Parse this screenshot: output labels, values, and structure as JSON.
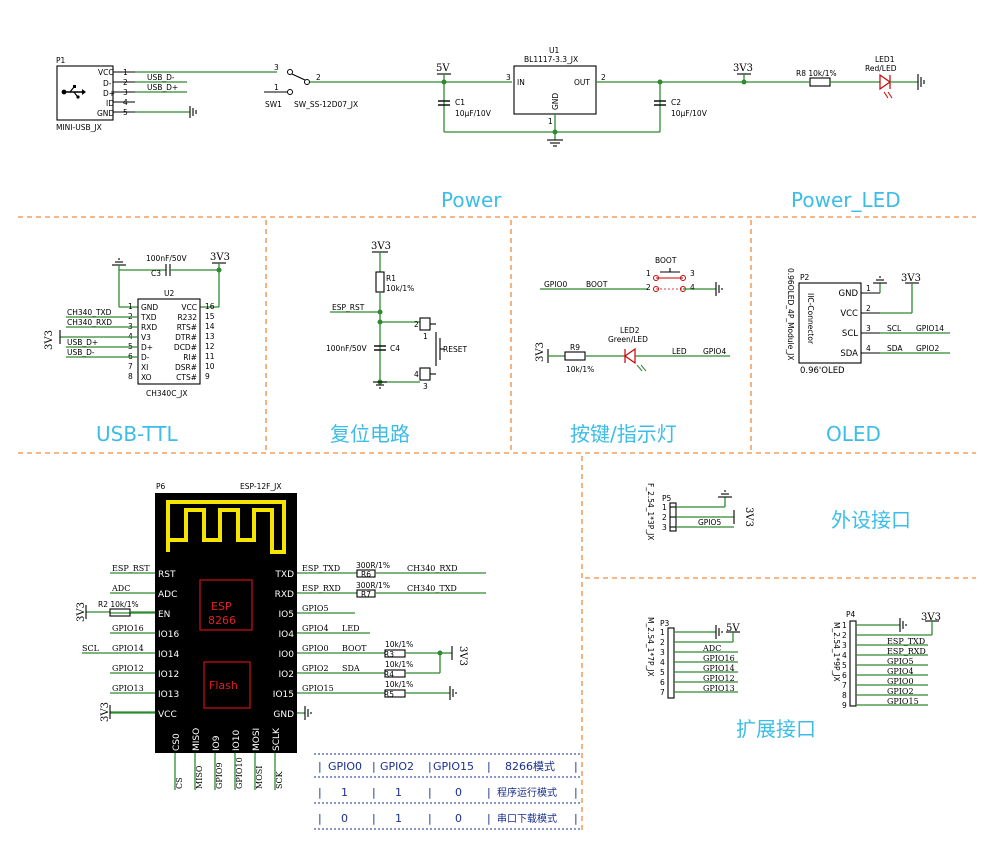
{
  "sections": {
    "power": "Power",
    "power_led": "Power_LED",
    "usb_ttl": "USB-TTL",
    "reset": "复位电路",
    "button_led": "按键/指示灯",
    "oled": "OLED",
    "peripheral": "外设接口",
    "expansion": "扩展接口"
  },
  "power": {
    "p1_ref": "P1",
    "p1_name": "MINI-USB_JX",
    "p1_pins": [
      "VCC",
      "D-",
      "D+",
      "ID",
      "GND"
    ],
    "p1_nums": [
      "1",
      "2",
      "3",
      "4",
      "5"
    ],
    "usb_dm": "USB_D-",
    "usb_dp": "USB_D+",
    "sw1_ref": "SW1",
    "sw1_name": "SW_SS-12D07_JX",
    "sw_pins": [
      "3",
      "1",
      "2"
    ],
    "u1_ref": "U1",
    "u1_name": "BL1117-3.3_JX",
    "u1_in": "IN",
    "u1_out": "OUT",
    "u1_gnd": "GND",
    "u1_pins": [
      "3",
      "2",
      "1"
    ],
    "v5": "5V",
    "v33": "3V3",
    "c1_ref": "C1",
    "c1_val": "10μF/10V",
    "c2_ref": "C2",
    "c2_val": "10μF/10V",
    "r8": "R8 10k/1%",
    "led1_ref": "LED1",
    "led1_val": "Red/LED"
  },
  "usbttl": {
    "v33": "3V3",
    "c3_val": "100nF/50V",
    "c3_ref": "C3",
    "u2_ref": "U2",
    "u2_name": "CH340C_JX",
    "left_pins": [
      "GND",
      "TXD",
      "RXD",
      "V3",
      "D+",
      "D-",
      "XI",
      "XO"
    ],
    "left_nums": [
      "1",
      "2",
      "3",
      "4",
      "5",
      "6",
      "7",
      "8"
    ],
    "right_pins": [
      "VCC",
      "R232",
      "RTS#",
      "DTR#",
      "DCD#",
      "RI#",
      "DSR#",
      "CTS#"
    ],
    "right_nums": [
      "16",
      "15",
      "14",
      "13",
      "12",
      "11",
      "10",
      "9"
    ],
    "nets": [
      "CH340_TXD",
      "CH340_RXD",
      "USB_D+",
      "USB_D-"
    ],
    "v33_left": "3V3"
  },
  "reset": {
    "v33": "3V3",
    "r1_ref": "R1",
    "r1_val": "10k/1%",
    "net": "ESP_RST",
    "c4_val": "100nF/50V",
    "c4_ref": "C4",
    "sw_label": "RESET",
    "sw_pins": [
      "2",
      "1",
      "4",
      "3"
    ]
  },
  "buttonled": {
    "boot_label": "BOOT",
    "gpio0": "GPIO0",
    "boot_net": "BOOT",
    "sw_pins": [
      "1",
      "2",
      "3",
      "4"
    ],
    "v33": "3V3",
    "r9_ref": "R9",
    "r9_val": "10k/1%",
    "led2_ref": "LED2",
    "led2_val": "Green/LED",
    "led_net": "LED",
    "gpio4": "GPIO4"
  },
  "oled": {
    "p2_ref": "P2",
    "p2_side": "0.96OLED_4P_Module_JX",
    "p2_conn": "IIC-Connector",
    "p2_name": "0.96'OLED",
    "pins": [
      "GND",
      "VCC",
      "SCL",
      "SDA"
    ],
    "nums": [
      "1",
      "2",
      "3",
      "4"
    ],
    "v33": "3V3",
    "scl": "SCL",
    "sda": "SDA",
    "gpio14": "GPIO14",
    "gpio2": "GPIO2"
  },
  "esp": {
    "p6_ref": "P6",
    "name": "ESP-12F_JX",
    "chip_text1": "ESP",
    "chip_text2": "8266",
    "flash_text": "Flash",
    "left_pins": [
      "RST",
      "ADC",
      "EN",
      "IO16",
      "IO14",
      "IO12",
      "IO13",
      "VCC"
    ],
    "right_pins": [
      "TXD",
      "RXD",
      "IO5",
      "IO4",
      "IO0",
      "IO2",
      "IO15",
      "GND"
    ],
    "bottom_pins": [
      "CS0",
      "MISO",
      "IO9",
      "IO10",
      "MOSI",
      "SCLK"
    ],
    "left_nets": [
      "ESP_RST",
      "ADC",
      "",
      "GPIO16",
      "GPIO14",
      "GPIO12",
      "GPIO13"
    ],
    "scl": "SCL",
    "r2": "R2 10k/1%",
    "v33": "3V3",
    "right_nets": [
      "ESP_TXD",
      "ESP_RXD",
      "GPIO5",
      "GPIO4",
      "GPIO0",
      "GPIO2",
      "GPIO15"
    ],
    "r6_val": "300R/1%",
    "r6_ref": "R6",
    "r7_val": "300R/1%",
    "r7_ref": "R7",
    "ch340_rxd": "CH340_RXD",
    "ch340_txd": "CH340_TXD",
    "led": "LED",
    "boot": "BOOT",
    "sda": "SDA",
    "r3_val": "10k/1%",
    "r3_ref": "R3",
    "r4_val": "10k/1%",
    "r4_ref": "R4",
    "r5_val": "10k/1%",
    "r5_ref": "R5",
    "bottom_nets": [
      "CS",
      "MISO",
      "GPIO9",
      "GPIO10",
      "MOSI",
      "SCK"
    ]
  },
  "boot_table": {
    "header": [
      "GPIO0",
      "GPIO2",
      "GPIO15",
      "8266模式"
    ],
    "rows": [
      [
        "1",
        "1",
        "0",
        "程序运行模式"
      ],
      [
        "0",
        "1",
        "0",
        "串口下载模式"
      ]
    ]
  },
  "p5": {
    "ref": "P5",
    "side": "F_2.54_1*3P_JX",
    "nums": [
      "1",
      "2",
      "3"
    ],
    "net": "GPIO5",
    "v33": "3V3"
  },
  "p3": {
    "ref": "P3",
    "side": "M_2.54_1*7P_JX",
    "nums": [
      "1",
      "2",
      "3",
      "4",
      "5",
      "6",
      "7"
    ],
    "v5": "5V",
    "nets": [
      "",
      "ADC",
      "GPIO16",
      "GPIO14",
      "GPIO12",
      "GPIO13"
    ]
  },
  "p4": {
    "ref": "P4",
    "side": "M_2.54_1*9P_JX",
    "nums": [
      "1",
      "2",
      "3",
      "4",
      "5",
      "6",
      "7",
      "8",
      "9"
    ],
    "v33": "3V3",
    "nets": [
      "",
      "ESP_TXD",
      "ESP_RXD",
      "GPIO5",
      "GPIO4",
      "GPIO0",
      "GPIO2",
      "GPIO15"
    ]
  }
}
